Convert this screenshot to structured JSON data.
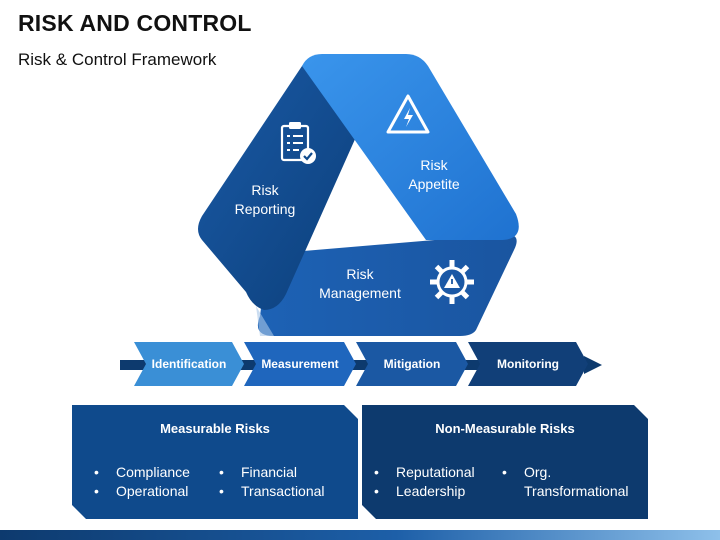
{
  "header": {
    "title": "RISK AND CONTROL",
    "subtitle": "Risk & Control Framework"
  },
  "cycle": {
    "reporting": {
      "label": "Risk\nReporting",
      "icon": "clipboard-check-icon"
    },
    "appetite": {
      "label": "Risk\nAppetite",
      "icon": "warning-triangle-icon"
    },
    "management": {
      "label": "Risk\nManagement",
      "icon": "gear-warning-icon"
    }
  },
  "process": {
    "steps": [
      "Identification",
      "Measurement",
      "Mitigation",
      "Monitoring"
    ]
  },
  "boxes": {
    "measurable": {
      "title": "Measurable Risks",
      "col1": [
        "Compliance",
        "Operational"
      ],
      "col2": [
        "Financial",
        "Transactional"
      ]
    },
    "non_measurable": {
      "title": "Non-Measurable Risks",
      "col1": [
        "Reputational",
        "Leadership"
      ],
      "col2": [
        "Org.",
        "Transformational"
      ]
    }
  },
  "colors": {
    "dark_blue": "#0f4a8c",
    "mid_blue": "#1c5fb0",
    "light_blue": "#2e86e0",
    "navy": "#0d3a6e"
  }
}
